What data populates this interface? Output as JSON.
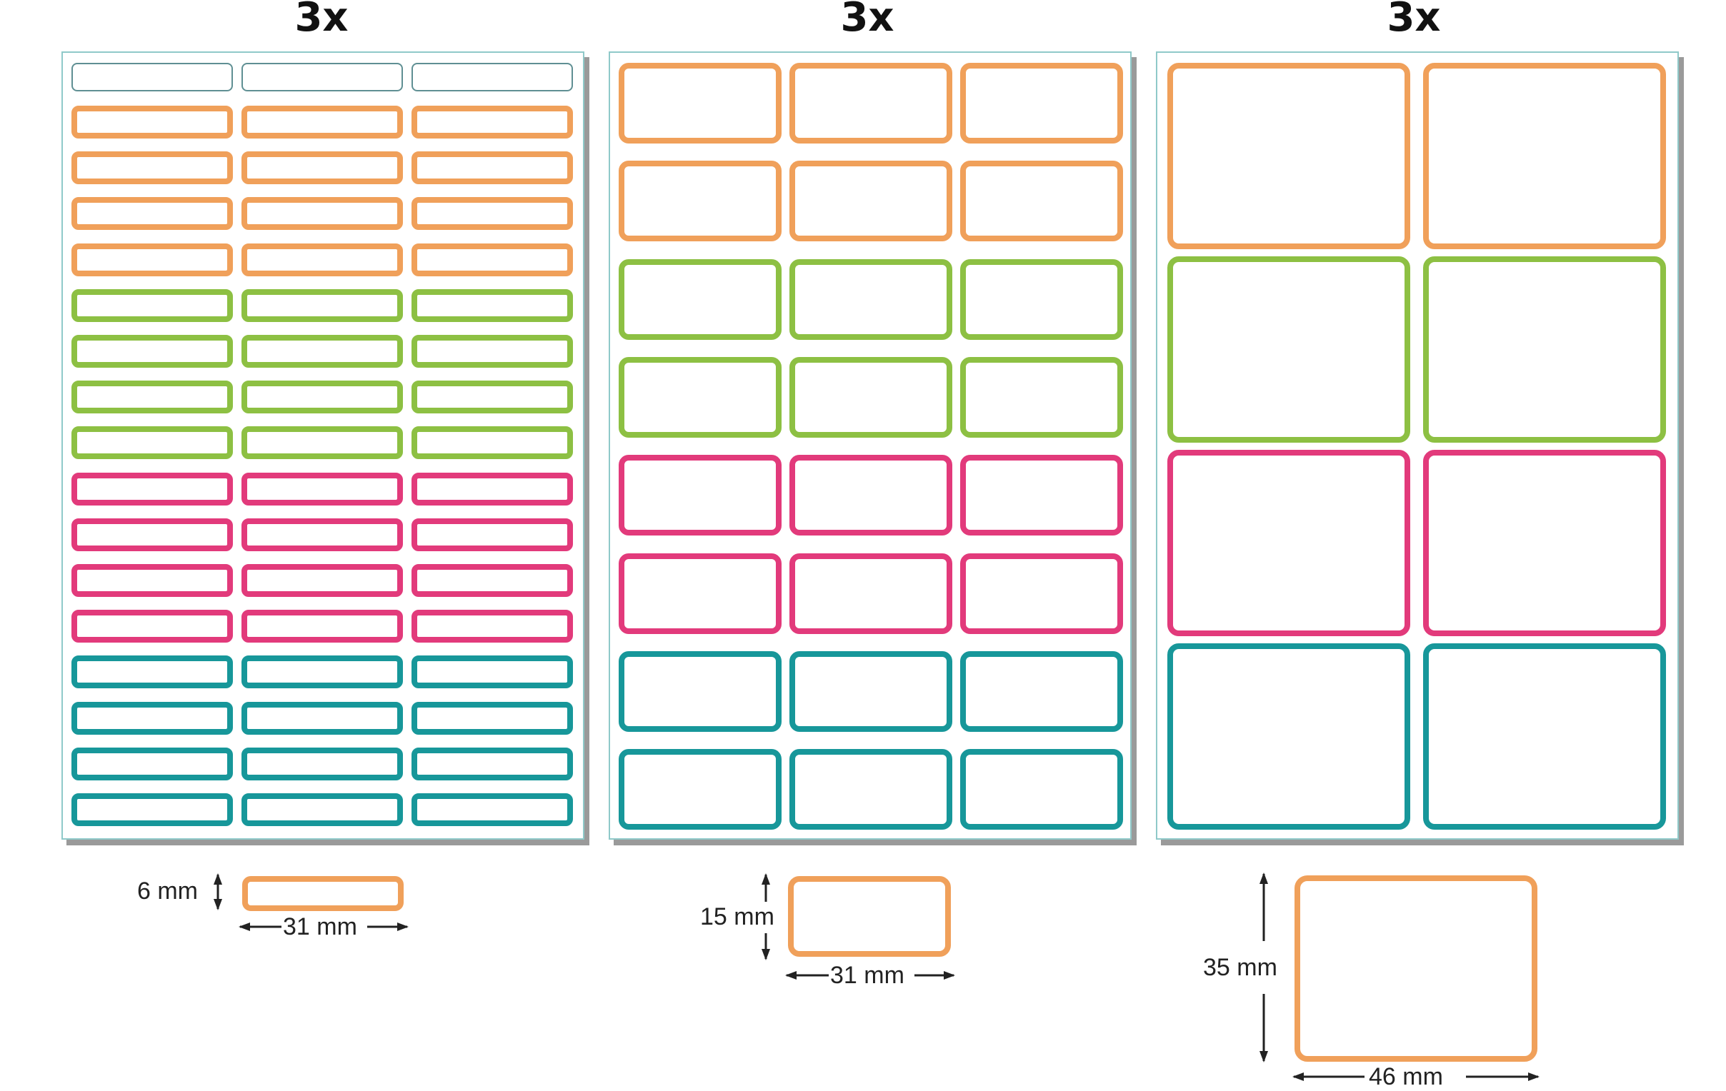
{
  "colors": {
    "orange": "#f0a05a",
    "green": "#8dc043",
    "pink": "#e23a7b",
    "teal": "#17979a",
    "blank_outline": "#5f8f93"
  },
  "sheets": [
    {
      "quantity": "3x",
      "columns": 3,
      "first_row_blank": true,
      "row_colors": [
        "orange",
        "orange",
        "orange",
        "orange",
        "green",
        "green",
        "green",
        "green",
        "pink",
        "pink",
        "pink",
        "pink",
        "teal",
        "teal",
        "teal",
        "teal"
      ],
      "dimensions": {
        "height": "6 mm",
        "width": "31 mm"
      }
    },
    {
      "quantity": "3x",
      "columns": 3,
      "first_row_blank": false,
      "row_colors": [
        "orange",
        "orange",
        "green",
        "green",
        "pink",
        "pink",
        "teal",
        "teal"
      ],
      "dimensions": {
        "height": "15 mm",
        "width": "31 mm"
      }
    },
    {
      "quantity": "3x",
      "columns": 2,
      "first_row_blank": false,
      "row_colors": [
        "orange",
        "green",
        "pink",
        "teal"
      ],
      "dimensions": {
        "height": "35 mm",
        "width": "46 mm"
      }
    }
  ]
}
